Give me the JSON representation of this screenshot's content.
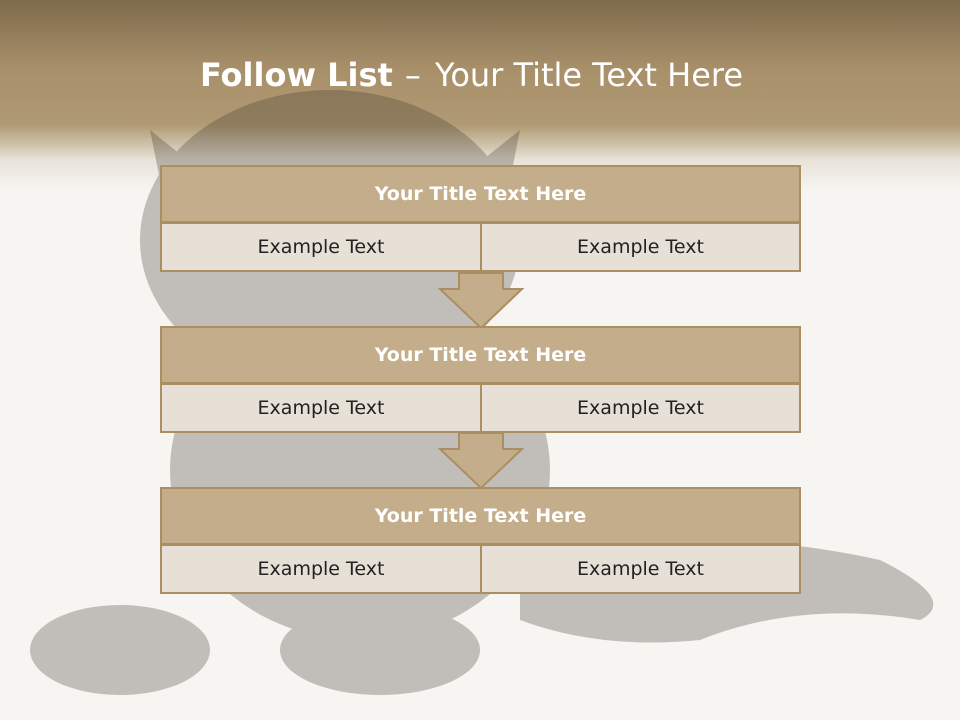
{
  "header": {
    "title_bold": "Follow List",
    "title_separator": "–",
    "title_rest": "Your Title Text Here"
  },
  "blocks": [
    {
      "title": "Your Title Text Here",
      "left": "Example Text",
      "right": "Example Text"
    },
    {
      "title": "Your Title Text Here",
      "left": "Example Text",
      "right": "Example Text"
    },
    {
      "title": "Your Title Text Here",
      "left": "Example Text",
      "right": "Example Text"
    }
  ],
  "colors": {
    "header_band": "#a8906a",
    "title_fill": "#c4ad8a",
    "cell_fill": "#e6e0d6",
    "border": "#ab8f63",
    "arrow_fill": "#c4ad8a"
  }
}
